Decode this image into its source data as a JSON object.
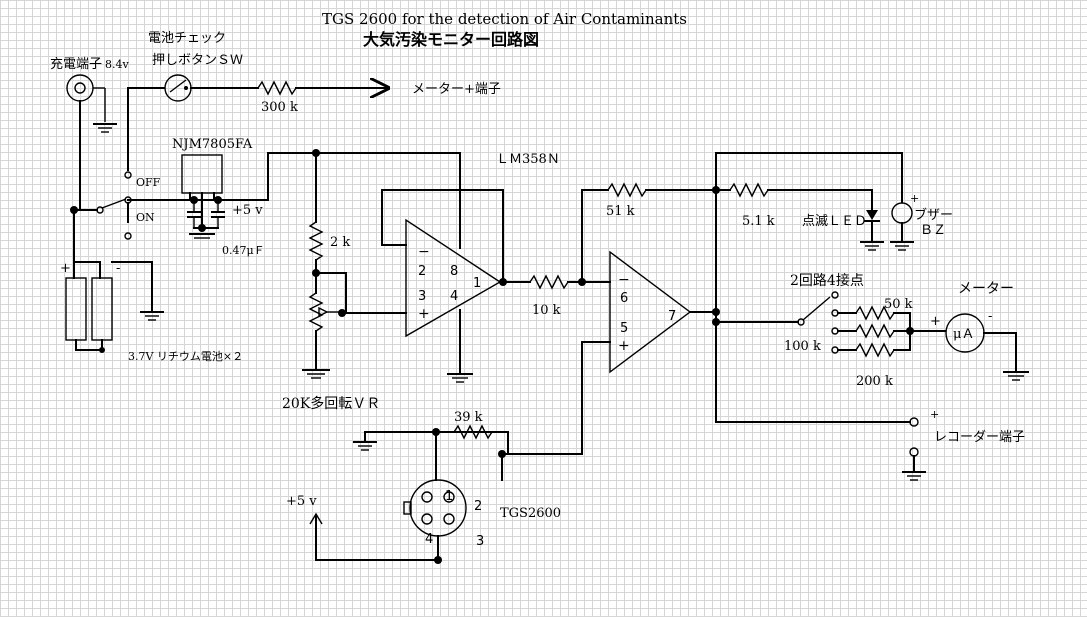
{
  "title": {
    "en": "TGS 2600 for the detection of Air Contaminants",
    "jp": "大気汚染モニター回路図"
  },
  "labels": {
    "charge_terminal": "充電端子",
    "charge_voltage": "8.4v",
    "battery_check": "電池チェック",
    "push_button": "押しボタンＳＷ",
    "r300k": "300 k",
    "meter_plus_terminal": "メーター+端子",
    "regulator": "NJM7805FA",
    "off": "OFF",
    "on": "ON",
    "plus5v": "+5 v",
    "cap": "0.47μＦ",
    "battery": "3.7V リチウム電池×２",
    "opamp": "ＬＭ358Ｎ",
    "r2k": "2 k",
    "r10k": "10 k",
    "r51k": "51 k",
    "r5_1k": "5.1 k",
    "led": "点滅ＬＥＤ",
    "buzzer": "ブザー",
    "bz": "ＢＺ",
    "switch_2p4": "2回路4接点",
    "meter": "メーター",
    "ua": "μＡ",
    "r50k": "50 k",
    "r100k": "100 k",
    "r200k": "200 k",
    "vr": "20K多回転ＶＲ",
    "r39k": "39 k",
    "recorder": "レコーダー端子",
    "sensor": "TGS2600",
    "supply": "+5 v",
    "plus": "+",
    "minus": "-",
    "oa_minus": "−",
    "oa_plus": "+"
  },
  "pins": {
    "u1_inv": "2",
    "u1_vcc": "8",
    "u1_noninv": "3",
    "u1_gnd": "4",
    "u1_out": "1",
    "u2_inv": "6",
    "u2_noninv": "5",
    "u2_out": "7",
    "s1": "1",
    "s2": "2",
    "s3": "3",
    "s4": "4"
  }
}
